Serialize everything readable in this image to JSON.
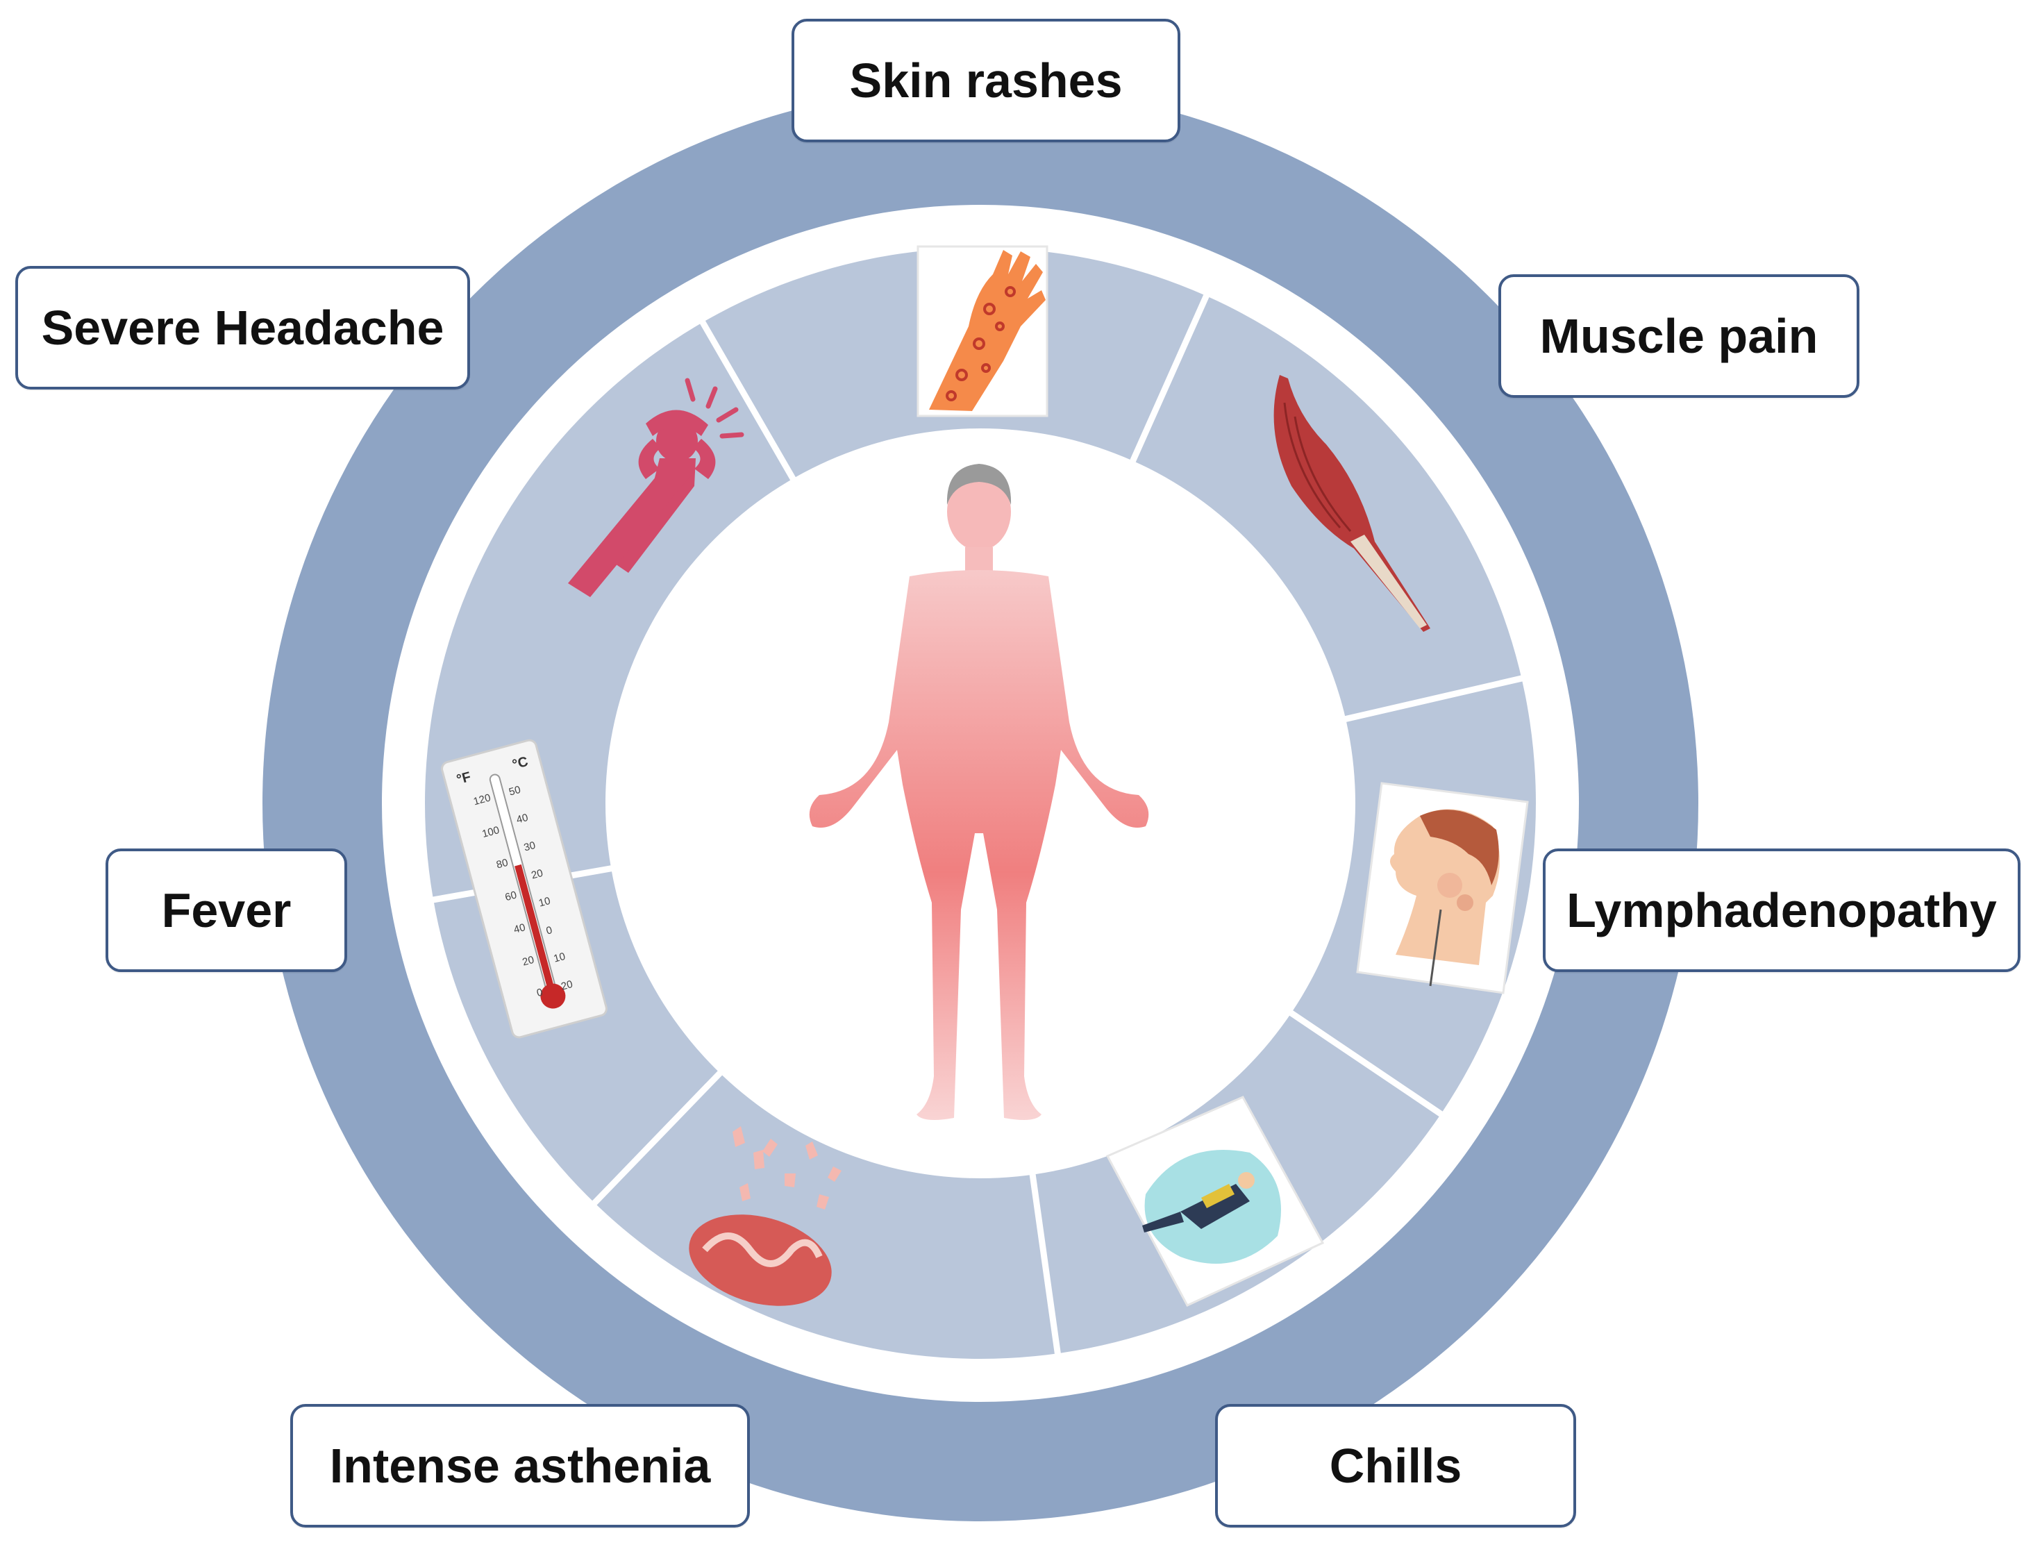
{
  "labels": {
    "skin_rashes": "Skin rashes",
    "muscle_pain": "Muscle pain",
    "lymphadenopathy": "Lymphadenopathy",
    "chills": "Chills",
    "intense_asthenia": "Intense asthenia",
    "fever": "Fever",
    "severe_headache": "Severe Headache"
  },
  "thermometer": {
    "unit_f": "°F",
    "unit_c": "°C",
    "f_ticks": [
      "120",
      "100",
      "80",
      "60",
      "40",
      "20",
      "0"
    ],
    "c_ticks": [
      "50",
      "40",
      "30",
      "20",
      "10",
      "0",
      "10",
      "20"
    ]
  },
  "icons": {
    "center": "human-body-icon",
    "skin_rashes": "rash-arm-icon",
    "muscle_pain": "muscle-icon",
    "lymphadenopathy": "swollen-neck-icon",
    "chills": "shivering-person-icon",
    "intense_asthenia": "damaged-mitochondrion-icon",
    "fever": "thermometer-icon",
    "severe_headache": "headache-person-icon"
  },
  "colors": {
    "outer_ring": "#8ea4c4",
    "inner_ring": "#b9c6da",
    "label_border": "#3f5a86",
    "body": "#f28a8a"
  }
}
